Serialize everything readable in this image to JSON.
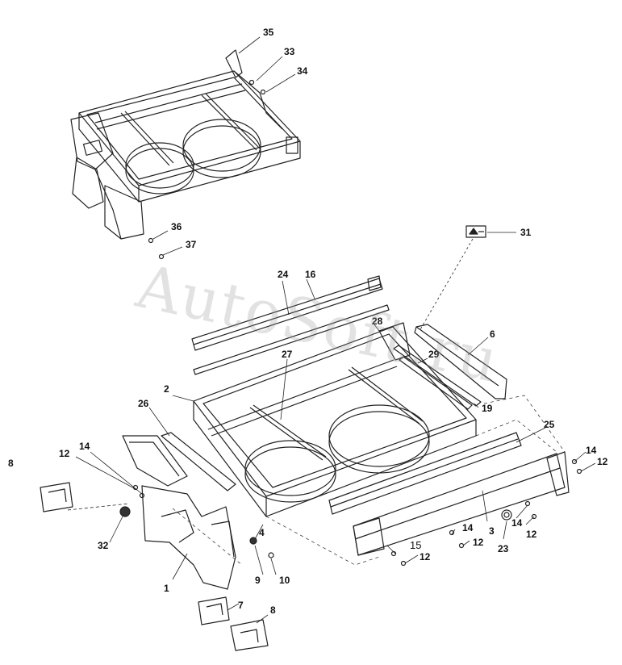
{
  "watermark": "AutoSoft.ru",
  "callouts": [
    "35",
    "33",
    "34",
    "36",
    "37",
    "31",
    "24",
    "16",
    "28",
    "6",
    "27",
    "29",
    "2",
    "19",
    "26",
    "25",
    "14",
    "12",
    "8",
    "14",
    "12",
    "32",
    "4",
    "3",
    "14",
    "12",
    "15",
    "12",
    "23",
    "14",
    "12",
    "1",
    "9",
    "10",
    "7",
    "8"
  ],
  "colors": {
    "line": "#222222",
    "watermark": "#9a9a9a",
    "background": "#ffffff"
  }
}
